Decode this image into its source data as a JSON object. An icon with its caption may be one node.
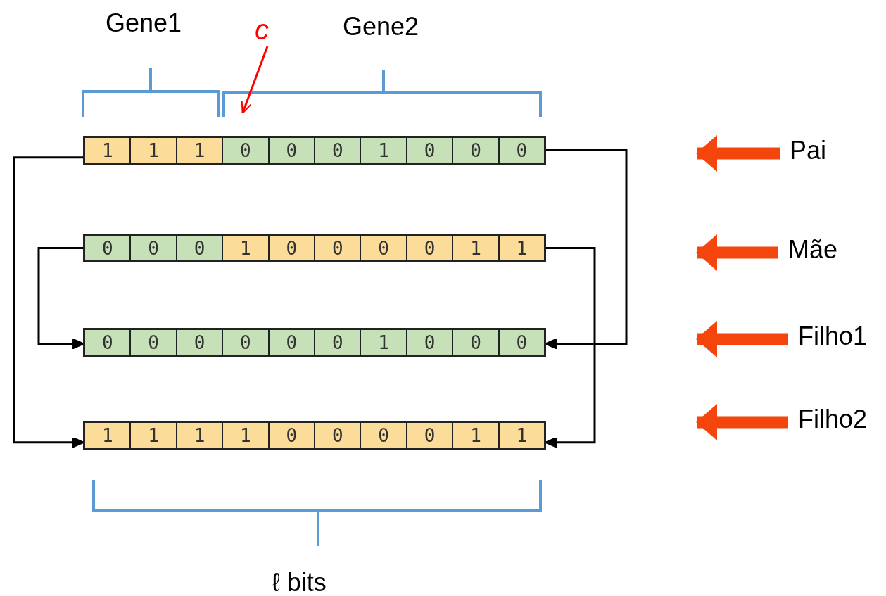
{
  "diagram": {
    "nodes": [
      {
        "text": [
          "c"
        ]
      },
      {
        "text": [],
        "shape": "bar"
      },
      {
        "text": [
          "1"
        ],
        "in": 1
      },
      {
        "text": [
          "1"
        ],
        "in": 1
      },
      {
        "text": [
          "1"
        ],
        "in": 1
      },
      {
        "text": [
          "0"
        ],
        "in": 1
      },
      {
        "text": [
          "0"
        ],
        "in": 1
      },
      {
        "text": [
          "0"
        ],
        "in": 1
      },
      {
        "text": [
          "1"
        ],
        "in": 1
      },
      {
        "text": [
          "0"
        ],
        "in": 1
      },
      {
        "text": [
          "0"
        ],
        "in": 1
      },
      {
        "text": [
          "0"
        ],
        "in": 1
      },
      {
        "text": [
          "Pai"
        ]
      },
      {
        "text": [],
        "shape": "bar"
      },
      {
        "text": [
          "0"
        ],
        "in": 13
      },
      {
        "text": [
          "0"
        ],
        "in": 13
      },
      {
        "text": [
          "0"
        ],
        "in": 13
      },
      {
        "text": [
          "1"
        ],
        "in": 13
      },
      {
        "text": [
          "0"
        ],
        "in": 13
      },
      {
        "text": [
          "0"
        ],
        "in": 13
      },
      {
        "text": [
          "0"
        ],
        "in": 13
      },
      {
        "text": [
          "0"
        ],
        "in": 13
      },
      {
        "text": [
          "1"
        ],
        "in": 13
      },
      {
        "text": [
          "1"
        ],
        "in": 13
      },
      {
        "text": [
          "Mãe"
        ]
      },
      {
        "text": [],
        "shape": "bar"
      },
      {
        "text": [
          "0"
        ],
        "in": 25
      },
      {
        "text": [
          "0"
        ],
        "in": 25
      },
      {
        "text": [
          "0"
        ],
        "in": 25
      },
      {
        "text": [
          "0"
        ],
        "in": 25
      },
      {
        "text": [
          "0"
        ],
        "in": 25
      },
      {
        "text": [
          "0"
        ],
        "in": 25
      },
      {
        "text": [
          "1"
        ],
        "in": 25
      },
      {
        "text": [
          "0"
        ],
        "in": 25
      },
      {
        "text": [
          "0"
        ],
        "in": 25
      },
      {
        "text": [
          "0"
        ],
        "in": 25
      },
      {
        "text": [
          "Filho1"
        ]
      },
      {
        "text": [],
        "shape": "bar"
      },
      {
        "text": [
          "1"
        ],
        "in": 37
      },
      {
        "text": [
          "1"
        ],
        "in": 37
      },
      {
        "text": [
          "1"
        ],
        "in": 37
      },
      {
        "text": [
          "1"
        ],
        "in": 37
      },
      {
        "text": [
          "0"
        ],
        "in": 37
      },
      {
        "text": [
          "0"
        ],
        "in": 37
      },
      {
        "text": [
          "0"
        ],
        "in": 37
      },
      {
        "text": [
          "0"
        ],
        "in": 37
      },
      {
        "text": [
          "1"
        ],
        "in": 37
      },
      {
        "text": [
          "1"
        ],
        "in": 37
      },
      {
        "text": [
          "Filho2"
        ]
      }
    ],
    "edges": [
      {
        "from": 1,
        "to": 37,
        "arrow": "to"
      },
      {
        "from": 1,
        "to": 25,
        "arrow": "to"
      },
      {
        "from": 13,
        "to": 25,
        "arrow": "to"
      },
      {
        "from": 13,
        "to": 37,
        "arrow": "to"
      },
      {
        "from": 0,
        "to": 1,
        "arrow": "to",
        "color": "#ff0000"
      },
      {
        "from": 12,
        "to": null,
        "arrow": "to",
        "style": "thick",
        "color": "#f4450c"
      },
      {
        "from": 24,
        "to": null,
        "arrow": "to",
        "style": "thick",
        "color": "#f4450c"
      },
      {
        "from": 36,
        "to": null,
        "arrow": "to",
        "style": "thick",
        "color": "#f4450c"
      },
      {
        "from": 48,
        "to": null,
        "arrow": "to",
        "style": "thick",
        "color": "#f4450c"
      }
    ],
    "labels": [
      "Gene1",
      "Gene2",
      "ℓ bits"
    ]
  }
}
